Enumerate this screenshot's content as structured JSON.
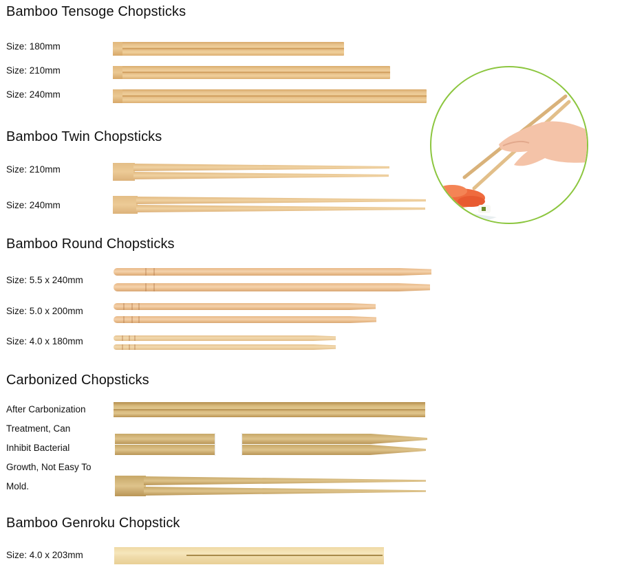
{
  "sections": {
    "tensoge": {
      "title": "Bamboo Tensoge Chopsticks",
      "sizes": [
        "Size: 180mm",
        "Size: 210mm",
        "Size: 240mm"
      ]
    },
    "twin": {
      "title": "Bamboo Twin Chopsticks",
      "sizes": [
        "Size: 210mm",
        "Size: 240mm"
      ]
    },
    "round": {
      "title": "Bamboo Round Chopsticks",
      "sizes": [
        "Size: 5.5 x 240mm",
        "Size: 5.0 x 200mm",
        "Size: 4.0 x 180mm"
      ]
    },
    "carbonized": {
      "title": "Carbonized Chopsticks",
      "description_lines": [
        "After Carbonization",
        "Treatment, Can",
        "Inhibit Bacterial",
        "Growth, Not Easy To",
        "Mold."
      ]
    },
    "genroku": {
      "title": "Bamboo Genroku Chopstick",
      "sizes": [
        "Size: 4.0 x 203mm"
      ]
    }
  },
  "photo": {
    "icon": "hand-holding-chopsticks-over-sushi-photo",
    "border_color": "#8cc63f"
  },
  "colors": {
    "bamboo": "#e8c48e",
    "carbonized": "#d8bb7e",
    "genroku": "#f6e6bc",
    "text": "#111111"
  }
}
